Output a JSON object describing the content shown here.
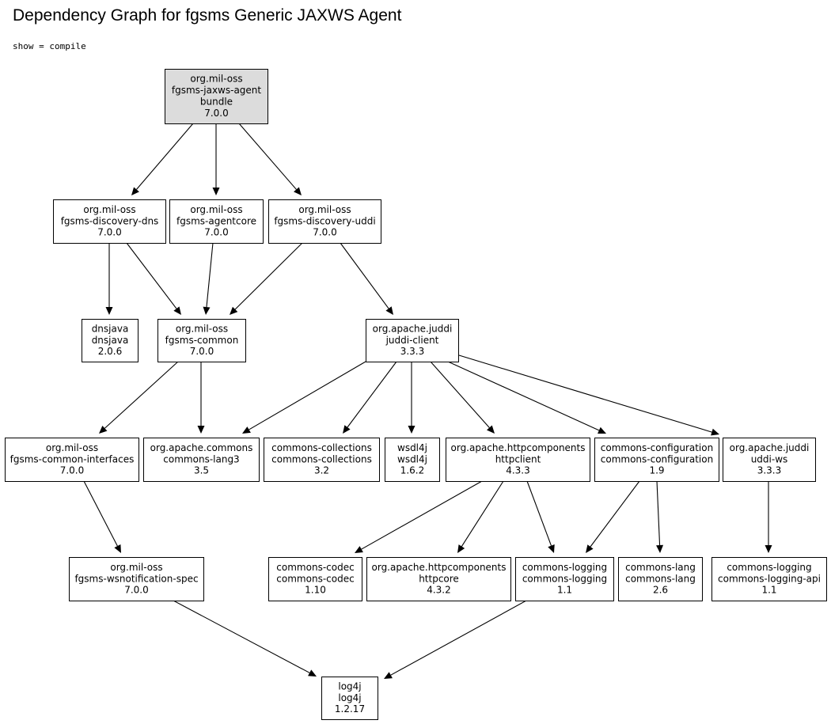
{
  "header": {
    "title": "Dependency Graph for fgsms Generic JAXWS Agent",
    "filter": "show = compile"
  },
  "colors": {
    "root_fill": "#dcdcdc",
    "node_fill": "#ffffff",
    "stroke": "#000000"
  },
  "nodes": [
    {
      "id": "jaxws-agent",
      "lines": [
        "org.mil-oss",
        "fgsms-jaxws-agent",
        "bundle",
        "7.0.0"
      ],
      "root": true
    },
    {
      "id": "discovery-dns",
      "lines": [
        "org.mil-oss",
        "fgsms-discovery-dns",
        "7.0.0"
      ]
    },
    {
      "id": "agentcore",
      "lines": [
        "org.mil-oss",
        "fgsms-agentcore",
        "7.0.0"
      ]
    },
    {
      "id": "discovery-uddi",
      "lines": [
        "org.mil-oss",
        "fgsms-discovery-uddi",
        "7.0.0"
      ]
    },
    {
      "id": "dnsjava",
      "lines": [
        "dnsjava",
        "dnsjava",
        "2.0.6"
      ]
    },
    {
      "id": "common",
      "lines": [
        "org.mil-oss",
        "fgsms-common",
        "7.0.0"
      ]
    },
    {
      "id": "juddi-client",
      "lines": [
        "org.apache.juddi",
        "juddi-client",
        "3.3.3"
      ]
    },
    {
      "id": "common-interfaces",
      "lines": [
        "org.mil-oss",
        "fgsms-common-interfaces",
        "7.0.0"
      ]
    },
    {
      "id": "commons-lang3",
      "lines": [
        "org.apache.commons",
        "commons-lang3",
        "3.5"
      ]
    },
    {
      "id": "commons-collections",
      "lines": [
        "commons-collections",
        "commons-collections",
        "3.2"
      ]
    },
    {
      "id": "wsdl4j",
      "lines": [
        "wsdl4j",
        "wsdl4j",
        "1.6.2"
      ]
    },
    {
      "id": "httpclient",
      "lines": [
        "org.apache.httpcomponents",
        "httpclient",
        "4.3.3"
      ]
    },
    {
      "id": "commons-configuration",
      "lines": [
        "commons-configuration",
        "commons-configuration",
        "1.9"
      ]
    },
    {
      "id": "uddi-ws",
      "lines": [
        "org.apache.juddi",
        "uddi-ws",
        "3.3.3"
      ]
    },
    {
      "id": "wsnotification-spec",
      "lines": [
        "org.mil-oss",
        "fgsms-wsnotification-spec",
        "7.0.0"
      ]
    },
    {
      "id": "commons-codec",
      "lines": [
        "commons-codec",
        "commons-codec",
        "1.10"
      ]
    },
    {
      "id": "httpcore",
      "lines": [
        "org.apache.httpcomponents",
        "httpcore",
        "4.3.2"
      ]
    },
    {
      "id": "commons-logging",
      "lines": [
        "commons-logging",
        "commons-logging",
        "1.1"
      ]
    },
    {
      "id": "commons-lang",
      "lines": [
        "commons-lang",
        "commons-lang",
        "2.6"
      ]
    },
    {
      "id": "commons-logging-api",
      "lines": [
        "commons-logging",
        "commons-logging-api",
        "1.1"
      ]
    },
    {
      "id": "log4j",
      "lines": [
        "log4j",
        "log4j",
        "1.2.17"
      ]
    }
  ],
  "edges": [
    [
      "jaxws-agent",
      "discovery-dns"
    ],
    [
      "jaxws-agent",
      "agentcore"
    ],
    [
      "jaxws-agent",
      "discovery-uddi"
    ],
    [
      "discovery-dns",
      "dnsjava"
    ],
    [
      "discovery-dns",
      "common"
    ],
    [
      "agentcore",
      "common"
    ],
    [
      "discovery-uddi",
      "common"
    ],
    [
      "discovery-uddi",
      "juddi-client"
    ],
    [
      "common",
      "common-interfaces"
    ],
    [
      "common",
      "commons-lang3"
    ],
    [
      "juddi-client",
      "commons-lang3"
    ],
    [
      "juddi-client",
      "commons-collections"
    ],
    [
      "juddi-client",
      "wsdl4j"
    ],
    [
      "juddi-client",
      "httpclient"
    ],
    [
      "juddi-client",
      "commons-configuration"
    ],
    [
      "juddi-client",
      "uddi-ws"
    ],
    [
      "common-interfaces",
      "wsnotification-spec"
    ],
    [
      "httpclient",
      "commons-codec"
    ],
    [
      "httpclient",
      "httpcore"
    ],
    [
      "httpclient",
      "commons-logging"
    ],
    [
      "commons-configuration",
      "commons-logging"
    ],
    [
      "commons-configuration",
      "commons-lang"
    ],
    [
      "uddi-ws",
      "commons-logging-api"
    ],
    [
      "wsnotification-spec",
      "log4j"
    ],
    [
      "commons-logging",
      "log4j"
    ]
  ]
}
